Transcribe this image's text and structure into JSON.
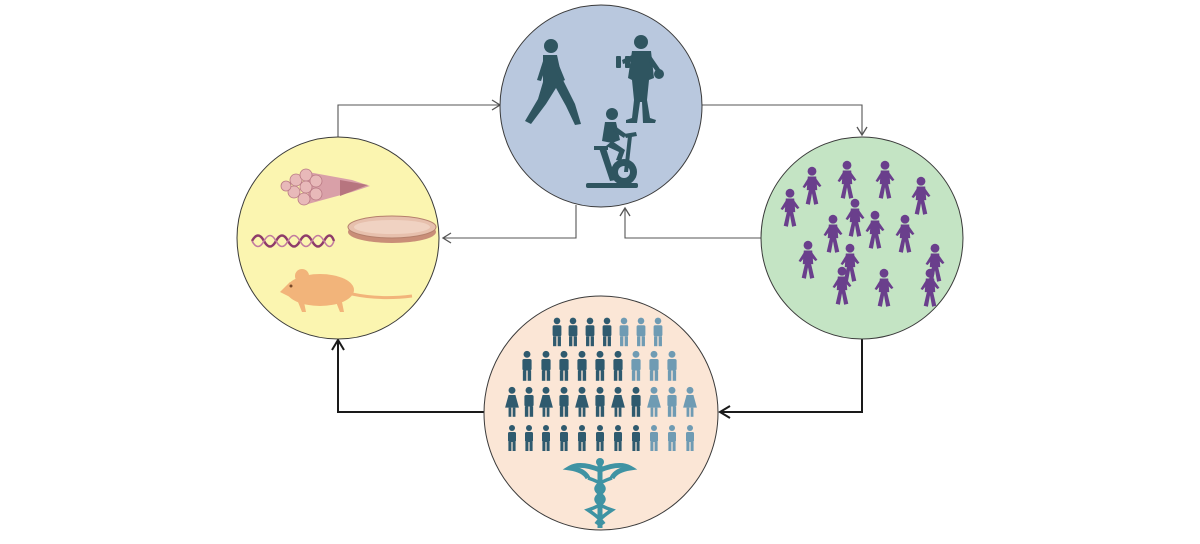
{
  "colors": {
    "background": "#ffffff",
    "circle_outline": "#3a3a3a",
    "connector_thin": "#555555",
    "connector_thick": "#1a1a1a",
    "exercise_fill": "#b9c8de",
    "exercise_figures": "#2f5560",
    "population_fill": "#c4e4c4",
    "population_figures": "#6a3f8c",
    "lab_fill": "#fbf5b0",
    "lab_tissue": "#e8b9b9",
    "lab_dish": "#d9ae9b",
    "lab_dna": "#8e3c6a",
    "lab_rodent": "#f2b47a",
    "clinical_fill": "#fbe6d6",
    "clinical_figures_dark": "#2f5a6e",
    "clinical_figures_light": "#6f9bb3",
    "caduceus": "#3f93a3"
  },
  "nodes": [
    {
      "id": "exercise",
      "icons": [
        "walking-person-icon",
        "dumbbell-person-icon",
        "exercise-bike-icon"
      ]
    },
    {
      "id": "population",
      "icons": [
        "running-crowd-icon"
      ]
    },
    {
      "id": "clinical",
      "icons": [
        "patient-crowd-icon",
        "caduceus-icon"
      ]
    },
    {
      "id": "laboratory",
      "icons": [
        "muscle-fiber-icon",
        "petri-dish-icon",
        "dna-helix-icon",
        "rodent-icon"
      ]
    }
  ],
  "edges": [
    {
      "from": "laboratory",
      "to": "exercise",
      "style": "thin"
    },
    {
      "from": "exercise",
      "to": "population",
      "style": "thin"
    },
    {
      "from": "exercise",
      "to": "laboratory",
      "style": "thin"
    },
    {
      "from": "population",
      "to": "exercise",
      "style": "thin"
    },
    {
      "from": "population",
      "to": "clinical",
      "style": "thick"
    },
    {
      "from": "clinical",
      "to": "laboratory",
      "style": "thick"
    }
  ]
}
